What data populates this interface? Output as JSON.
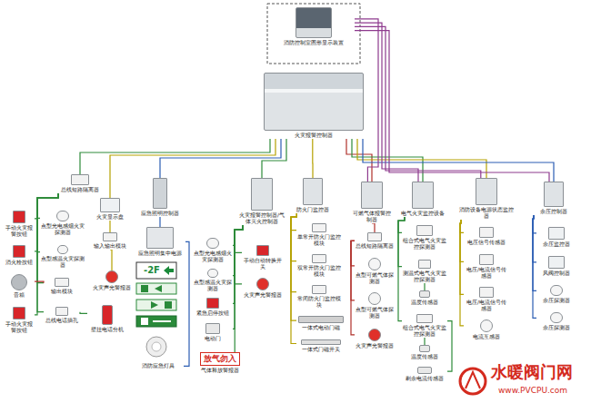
{
  "diagram": {
    "nodes": [
      {
        "text": [
          "消防控制室图形显示装置"
        ]
      },
      {
        "text": [
          "火灾报警控制器"
        ]
      },
      {
        "text": [
          "总线短路隔离器"
        ]
      },
      {
        "text": [
          "手动火灾报警按钮"
        ]
      },
      {
        "text": [
          "点型光电感烟火灾探测器"
        ]
      },
      {
        "text": [
          "火灾显示盘"
        ]
      },
      {
        "text": [
          "消火栓按钮"
        ]
      },
      {
        "text": [
          "点型感温火灾探测器"
        ]
      },
      {
        "text": [
          "输入输出模块"
        ]
      },
      {
        "text": [
          "音箱"
        ]
      },
      {
        "text": [
          "输出模块"
        ]
      },
      {
        "text": [
          "火灾声光警报器"
        ]
      },
      {
        "text": [
          "手动火灾报警按钮"
        ]
      },
      {
        "text": [
          "总线电话插孔"
        ]
      },
      {
        "text": [
          "壁挂电话分机"
        ]
      },
      {
        "text": [
          "应急照明控制器"
        ]
      },
      {
        "text": [
          "应急照明集中电源"
        ]
      },
      {
        "text": [
          "消防应急灯具"
        ]
      },
      {
        "text": [
          "点型光电感烟火灾探测器"
        ]
      },
      {
        "text": [
          "点型感温火灾探测器"
        ]
      },
      {
        "text": [
          "紧急启停按钮"
        ]
      },
      {
        "text": [
          "电动门"
        ]
      },
      {
        "text": [
          "火灾报警控制器/气体灭火控制器"
        ]
      },
      {
        "text": [
          "手动自动转换开关"
        ]
      },
      {
        "text": [
          "火灾声光警报器"
        ]
      },
      {
        "text": [
          "放气勿入",
          "气体释放警报器"
        ]
      },
      {
        "text": [
          "防火门监控器"
        ]
      },
      {
        "text": [
          "单常开防火门监控模块"
        ]
      },
      {
        "text": [
          "双常开防火门监控模块"
        ]
      },
      {
        "text": [
          "常闭防火门监控模块"
        ]
      },
      {
        "text": [
          "一体式电动门磁"
        ]
      },
      {
        "text": [
          "一体式门磁开关"
        ]
      },
      {
        "text": [
          "可燃气体报警控制器"
        ]
      },
      {
        "text": [
          "总线短路隔离器"
        ]
      },
      {
        "text": [
          "点型可燃气体探测器"
        ]
      },
      {
        "text": [
          "点型可燃气体探测器"
        ]
      },
      {
        "text": [
          "火灾声光警报器"
        ]
      },
      {
        "text": [
          "电气火灾监控设备"
        ]
      },
      {
        "text": [
          "组合式电气火灾监控探测器"
        ]
      },
      {
        "text": [
          "测温式电气火灾监控探测器"
        ]
      },
      {
        "text": [
          "温度传感器"
        ]
      },
      {
        "text": [
          "组合式电气火灾监控探测器"
        ]
      },
      {
        "text": [
          "温度传感器"
        ]
      },
      {
        "text": [
          "剩余电流传感器"
        ]
      },
      {
        "text": [
          "消防设备电源状态监控器"
        ]
      },
      {
        "text": [
          "电压信号传感器"
        ]
      },
      {
        "text": [
          "电压/电流信号传感器"
        ]
      },
      {
        "text": [
          "电压/电流信号传感器"
        ]
      },
      {
        "text": [
          "电流互感器"
        ]
      },
      {
        "text": [
          "余压控制器"
        ]
      },
      {
        "text": [
          "余压监控器"
        ]
      },
      {
        "text": [
          "风阀控制器"
        ]
      },
      {
        "text": [
          "余压探测器"
        ]
      },
      {
        "text": [
          "余压探测器"
        ]
      }
    ],
    "edges": [
      {
        "from": 1,
        "to": 2,
        "arrow": "none"
      },
      {
        "from": 1,
        "to": 5,
        "arrow": "none"
      },
      {
        "from": 1,
        "to": 15,
        "arrow": "none"
      },
      {
        "from": 1,
        "to": 22,
        "arrow": "none"
      },
      {
        "from": 1,
        "to": 26,
        "arrow": "none"
      },
      {
        "from": 1,
        "to": 32,
        "arrow": "none"
      },
      {
        "from": 1,
        "to": 37,
        "arrow": "none"
      },
      {
        "from": 1,
        "to": 44,
        "arrow": "none"
      },
      {
        "from": 1,
        "to": 49,
        "arrow": "none"
      },
      {
        "from": 0,
        "to": 32,
        "arrow": "none"
      },
      {
        "from": 0,
        "to": 37,
        "arrow": "none"
      },
      {
        "from": 0,
        "to": 44,
        "arrow": "none"
      },
      {
        "from": 0,
        "to": 49,
        "arrow": "none"
      },
      {
        "from": 2,
        "to": 3,
        "arrow": "none"
      },
      {
        "from": 2,
        "to": 4,
        "arrow": "none"
      },
      {
        "from": 2,
        "to": 6,
        "arrow": "none"
      },
      {
        "from": 2,
        "to": 7,
        "arrow": "none"
      },
      {
        "from": 2,
        "to": 10,
        "arrow": "none"
      },
      {
        "from": 2,
        "to": 12,
        "arrow": "none"
      },
      {
        "from": 2,
        "to": 13,
        "arrow": "none"
      },
      {
        "from": 5,
        "to": 8,
        "arrow": "none"
      },
      {
        "from": 8,
        "to": 11,
        "arrow": "none"
      },
      {
        "from": 10,
        "to": 9,
        "arrow": "none"
      },
      {
        "from": 13,
        "to": 14,
        "arrow": "none"
      },
      {
        "from": 15,
        "to": 16,
        "arrow": "none"
      },
      {
        "from": 16,
        "to": 17,
        "arrow": "none"
      },
      {
        "from": 22,
        "to": 18,
        "arrow": "none"
      },
      {
        "from": 22,
        "to": 19,
        "arrow": "none"
      },
      {
        "from": 22,
        "to": 20,
        "arrow": "none"
      },
      {
        "from": 22,
        "to": 21,
        "arrow": "none"
      },
      {
        "from": 22,
        "to": 23,
        "arrow": "none"
      },
      {
        "from": 22,
        "to": 24,
        "arrow": "none"
      },
      {
        "from": 22,
        "to": 25,
        "arrow": "none"
      },
      {
        "from": 26,
        "to": 27,
        "arrow": "none"
      },
      {
        "from": 26,
        "to": 28,
        "arrow": "none"
      },
      {
        "from": 26,
        "to": 29,
        "arrow": "none"
      },
      {
        "from": 26,
        "to": 30,
        "arrow": "none"
      },
      {
        "from": 26,
        "to": 31,
        "arrow": "none"
      },
      {
        "from": 32,
        "to": 33,
        "arrow": "none"
      },
      {
        "from": 33,
        "to": 34,
        "arrow": "none"
      },
      {
        "from": 33,
        "to": 35,
        "arrow": "none"
      },
      {
        "from": 33,
        "to": 36,
        "arrow": "none"
      },
      {
        "from": 37,
        "to": 38,
        "arrow": "none"
      },
      {
        "from": 37,
        "to": 39,
        "arrow": "none"
      },
      {
        "from": 37,
        "to": 41,
        "arrow": "none"
      },
      {
        "from": 39,
        "to": 40,
        "arrow": "none"
      },
      {
        "from": 41,
        "to": 42,
        "arrow": "none"
      },
      {
        "from": 41,
        "to": 43,
        "arrow": "none"
      },
      {
        "from": 44,
        "to": 45,
        "arrow": "none"
      },
      {
        "from": 44,
        "to": 46,
        "arrow": "none"
      },
      {
        "from": 44,
        "to": 47,
        "arrow": "none"
      },
      {
        "from": 44,
        "to": 48,
        "arrow": "none"
      },
      {
        "from": 49,
        "to": 50,
        "arrow": "none"
      },
      {
        "from": 49,
        "to": 51,
        "arrow": "none"
      },
      {
        "from": 49,
        "to": 52,
        "arrow": "none"
      },
      {
        "from": 49,
        "to": 53,
        "arrow": "none"
      }
    ],
    "labels": [
      "-2F",
      "水暖阀门网",
      "www.PVCPU.com"
    ]
  }
}
